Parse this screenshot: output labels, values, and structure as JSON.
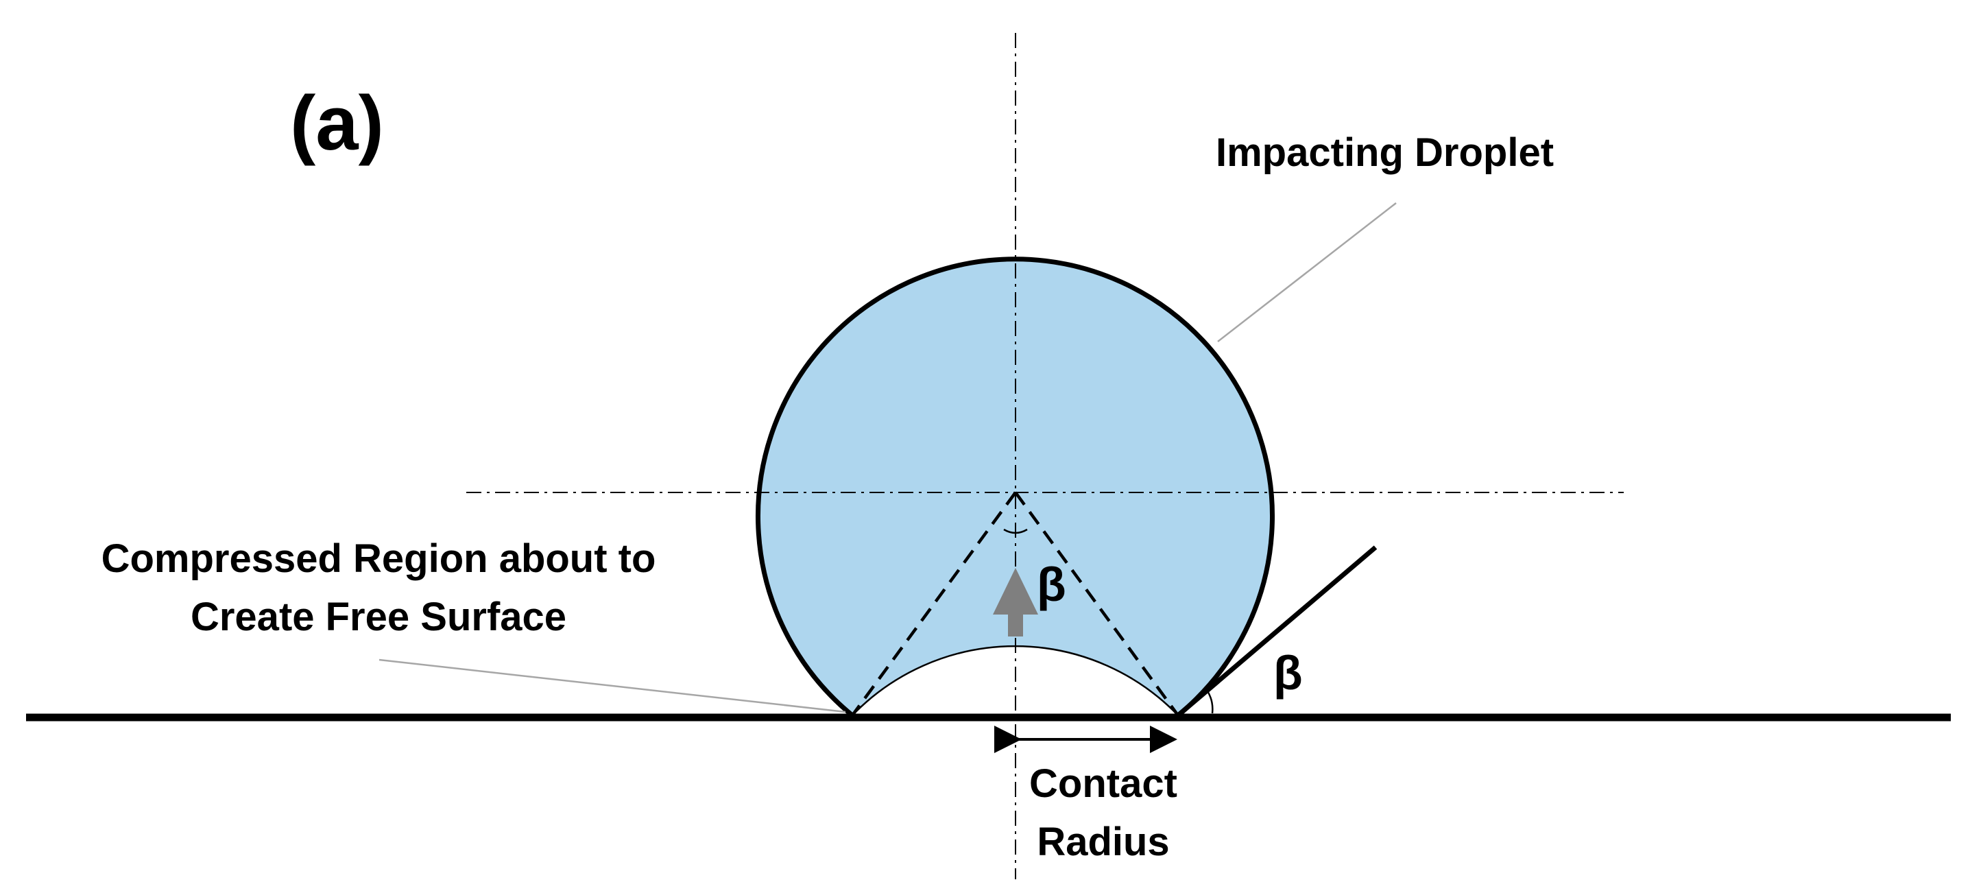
{
  "panel_label": "(a)",
  "labels": {
    "impacting_droplet": "Impacting Droplet",
    "compressed_region_line1": "Compressed Region about to",
    "compressed_region_line2": "Create Free Surface",
    "angle_center": "β",
    "angle_contact": "β",
    "contact_radius_line1": "Contact",
    "contact_radius_line2": "Radius"
  },
  "colors": {
    "droplet_fill": "#AED6EE",
    "outline": "#000000",
    "arrow": "#7F7F7F",
    "leader_line": "#A6A6A6",
    "background": "#FFFFFF"
  }
}
